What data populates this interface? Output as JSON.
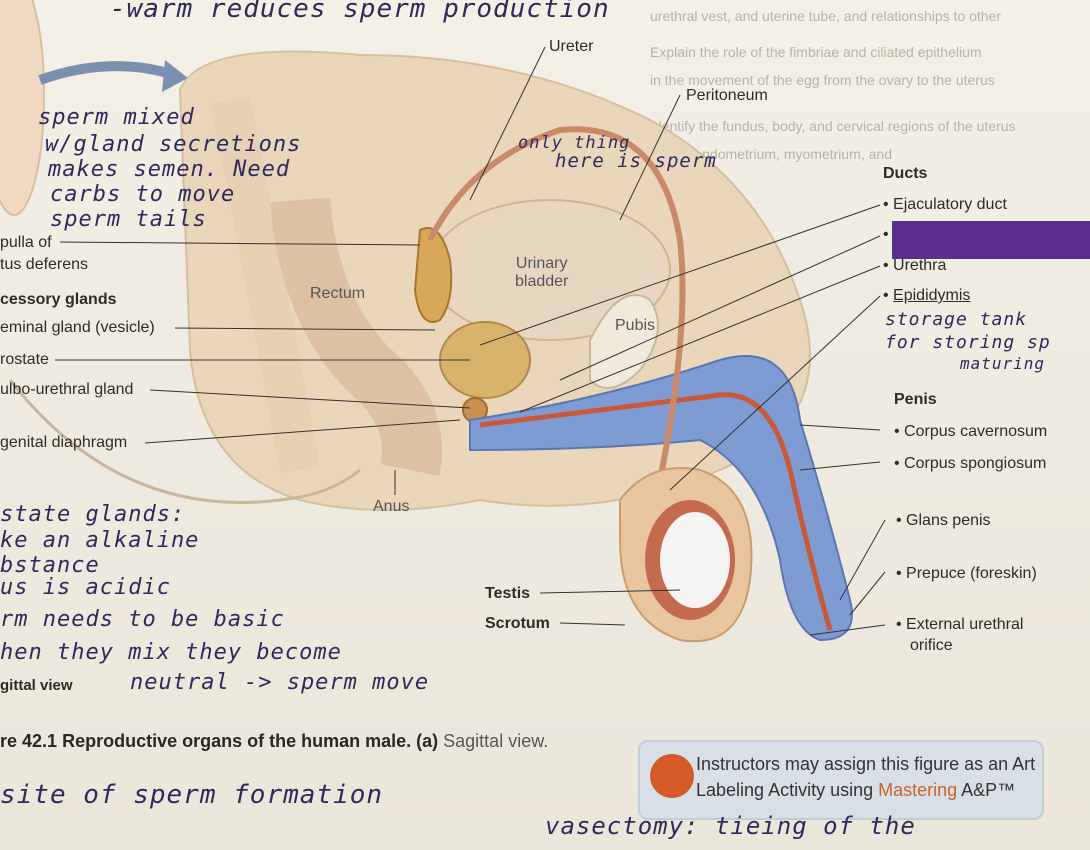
{
  "labels": {
    "ureter": "Ureter",
    "peritoneum": "Peritoneum",
    "urinary_bladder": "Urinary\nbladder",
    "rectum": "Rectum",
    "pubis": "Pubis",
    "anus": "Anus",
    "testis": "Testis",
    "scrotum": "Scrotum",
    "ampulla": "pulla of",
    "vas_deferens": "tus deferens",
    "accessory_glands": "cessory glands",
    "seminal_gland": "eminal gland (vesicle)",
    "prostate": "rostate",
    "bulbo": "ulbo-urethral gland",
    "urogenital": "genital diaphragm",
    "sagittal_view": "gittal view",
    "ducts_heading": "Ducts",
    "ejaculatory_duct": "Ejaculatory duct",
    "urethra": "Urethra",
    "epididymis": "Epididymis",
    "penis_heading": "Penis",
    "corpus_cavernosum": "Corpus cavernosum",
    "corpus_spongiosum": "Corpus spongiosum",
    "glans_penis": "Glans penis",
    "prepuce": "Prepuce (foreskin)",
    "external_urethral": "External urethral",
    "orifice": "orifice"
  },
  "caption": {
    "number": "re 42.1",
    "title": "Reproductive organs of the human male. (a)",
    "view": "Sagittal view."
  },
  "banner": {
    "line1": "Instructors may assign this figure as an Art",
    "line2_prefix": "Labeling Activity using ",
    "mastering": "Mastering",
    "line2_suffix": " A&P™"
  },
  "handwriting": {
    "top1": "-warm  reduces sperm  production",
    "sperm_mixed": "sperm mixed",
    "with_gland": "w/gland secretions",
    "makes_semen": "makes semen. Need",
    "carbs": "carbs to move",
    "sperm_tails": "sperm tails",
    "only_thing": "only thing",
    "here_sperm": "here is sperm",
    "storage1": "storage tank",
    "storage2": "for storing sp",
    "maturing": "maturing",
    "prostate1": "state glands:",
    "prostate2": "ke an alkaline",
    "prostate3": "bstance",
    "prostate4": "us is acidic",
    "prostate5": "rm needs to be basic",
    "prostate6": "hen they mix they become",
    "prostate7": "neutral -> sperm move",
    "site": "site of sperm formation",
    "vasectomy": "vasectomy: tieing of the"
  },
  "colors": {
    "redaction": "#5b2e8c",
    "ink": "#2e2a5c",
    "highlighter": "#6a3fa1",
    "tissue": "#e9d3b6",
    "duct": "#c98a6a",
    "spongy": "#6f8fc8",
    "urethra": "#c85a3a"
  }
}
